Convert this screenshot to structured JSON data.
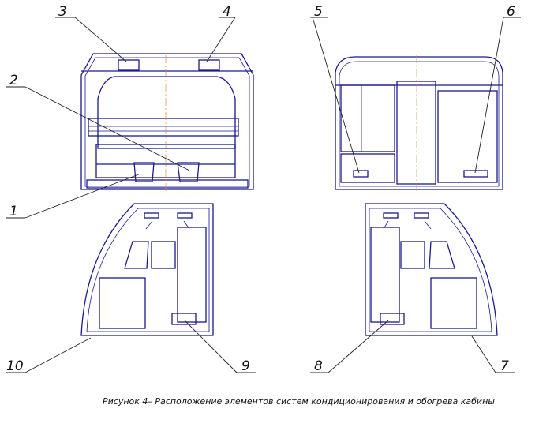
{
  "callouts": [
    "1",
    "2",
    "3",
    "4",
    "5",
    "6",
    "7",
    "8",
    "9",
    "10"
  ],
  "caption": "Рисунок 4– Расположение элементов систем кондиционирования и обогрева кабины"
}
